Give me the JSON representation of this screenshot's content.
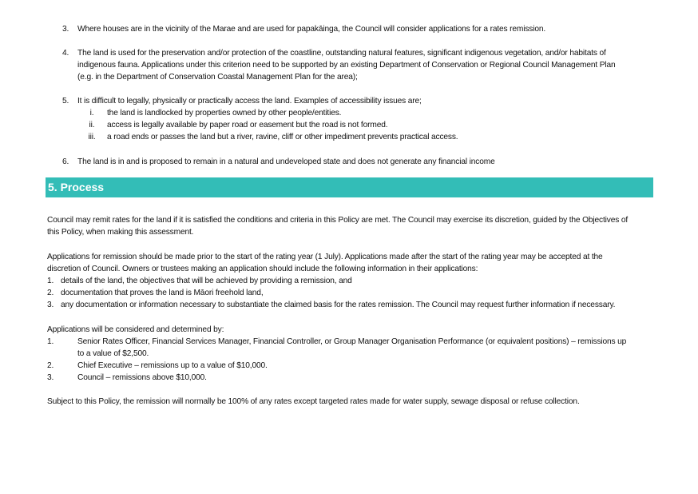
{
  "criteria": [
    {
      "num": "3.",
      "lines": [
        "Where houses are in the vicinity of the Marae and are used for papakāinga, the Council will consider applications for a rates remission."
      ]
    },
    {
      "num": "4.",
      "lines": [
        "The land is used for the preservation and/or protection of the coastline, outstanding natural features, significant indigenous vegetation, and/or habitats of",
        "indigenous fauna. Applications under this criterion need to be supported by an existing Department of Conservation or Regional Council Management Plan",
        "(e.g. in the Department of Conservation Coastal Management Plan for the area);"
      ]
    },
    {
      "num": "5.",
      "lines": [
        "It is difficult to legally, physically or practically access the land. Examples of accessibility issues are;"
      ]
    },
    {
      "num": "6.",
      "lines": [
        "The land is in and is proposed to remain in a natural and undeveloped state and does not generate any financial income"
      ]
    }
  ],
  "access_issues": [
    {
      "num": "i.",
      "text": "the land is landlocked by properties owned by other people/entities."
    },
    {
      "num": "ii.",
      "text": "access is legally available by paper road or easement but the road is not formed."
    },
    {
      "num": "iii.",
      "text": "a road ends or passes the land but a river, ravine, cliff or other impediment prevents practical access."
    }
  ],
  "section": {
    "heading": "5. Process",
    "accent_color": "#33bdb7"
  },
  "process": {
    "intro_lines": [
      "Council may remit rates for the land if it is satisfied the conditions and criteria in this Policy are met.  The Council may exercise its discretion, guided by the Objectives of",
      "this Policy, when making this assessment."
    ],
    "applications_lines": [
      "Applications for remission should be made prior to the start of the rating year (1 July). Applications made after the start of the rating year may be accepted at the",
      "discretion of Council. Owners or trustees making an application should include the following information in their applications:"
    ],
    "info_items": [
      {
        "num": "1.",
        "text": "details of the land, the objectives that will be achieved by providing a remission, and"
      },
      {
        "num": "2.",
        "text": "documentation that proves the land is Māori freehold land,"
      },
      {
        "num": "3.",
        "text": "any documentation or information necessary to substantiate the claimed basis for the rates remission.  The Council may request further information if necessary."
      }
    ],
    "determined_intro": "Applications will be considered and determined by:",
    "determiners": [
      {
        "num": "1.",
        "lines": [
          "Senior Rates Officer, Financial Services Manager, Financial Controller, or Group Manager Organisation Performance (or equivalent positions) – remissions up",
          "to a value of $2,500."
        ]
      },
      {
        "num": "2.",
        "lines": [
          "Chief Executive – remissions up to a value of $10,000."
        ]
      },
      {
        "num": "3.",
        "lines": [
          "Council – remissions above $10,000."
        ]
      }
    ],
    "closing": "Subject to this Policy, the remission will normally be 100% of any rates except targeted rates made for water supply, sewage disposal or refuse collection."
  }
}
